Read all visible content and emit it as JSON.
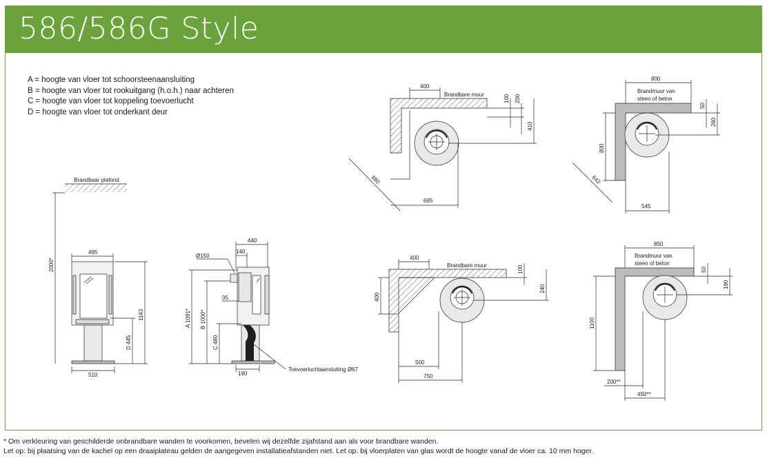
{
  "header": {
    "title": "586/586G Style",
    "bar_color": "#6aa33a"
  },
  "legend": [
    "A = hoogte van vloer tot schoorsteenaansluiting",
    "B = hoogte van vloer tot rookuitgang (h.o.h.) naar achteren",
    "C = hoogte van vloer tot koppeling toevoerlucht",
    "D = hoogte van vloer tot onderkant deur"
  ],
  "front_view": {
    "ceiling_label": "Brandbaar plafond",
    "height_label": "2000*",
    "width_top": "495",
    "height_stove": "1143",
    "door_label": "D 445",
    "width_base": "510"
  },
  "side_view": {
    "depth_label": "440",
    "offset_label": "140",
    "flue_label": "Ø150",
    "a_label": "A 1091*",
    "b_label": "B 1000*",
    "c_label": "C 460",
    "gap_label": "35",
    "base_label": "190",
    "air_label": "Toevoerluchtaansluiting Ø67"
  },
  "plan_top_left": {
    "wall_label": "Brandbare muur",
    "d400": "400",
    "d100": "100",
    "d200": "200",
    "d410": "410",
    "d880": "880",
    "d695": "695"
  },
  "plan_top_right": {
    "wall_label_1": "Brandmuur van",
    "wall_label_2": "steen of beton",
    "d800_top": "800",
    "d50": "50",
    "d260": "260",
    "d800_side": "800",
    "d642": "642",
    "d545": "545"
  },
  "plan_bottom_left": {
    "wall_label": "Brandbare muur",
    "d400_top": "400",
    "d400_side": "400",
    "d100": "100",
    "d240": "240",
    "d500": "500",
    "d750": "750"
  },
  "plan_bottom_right": {
    "wall_label_1": "Brandmuur van",
    "wall_label_2": "steen of beton",
    "d850": "850",
    "d50": "50",
    "d190": "190",
    "d1100": "1100",
    "d200": "200**",
    "d450": "450**"
  },
  "footnotes": [
    "* Om verkleuring van geschilderde onbrandbare wanden te voorkomen, bevelen wij dezelfde zijafstand aan als voor brandbare wanden.",
    "Let op: bij plaatsing van de kachel op een draaiplateau gelden de aangegeven installatieafstanden niet.    Let op: bij vloerplaten van glas wordt de hoogte vanaf de vloer ca. 10 mm hoger."
  ]
}
